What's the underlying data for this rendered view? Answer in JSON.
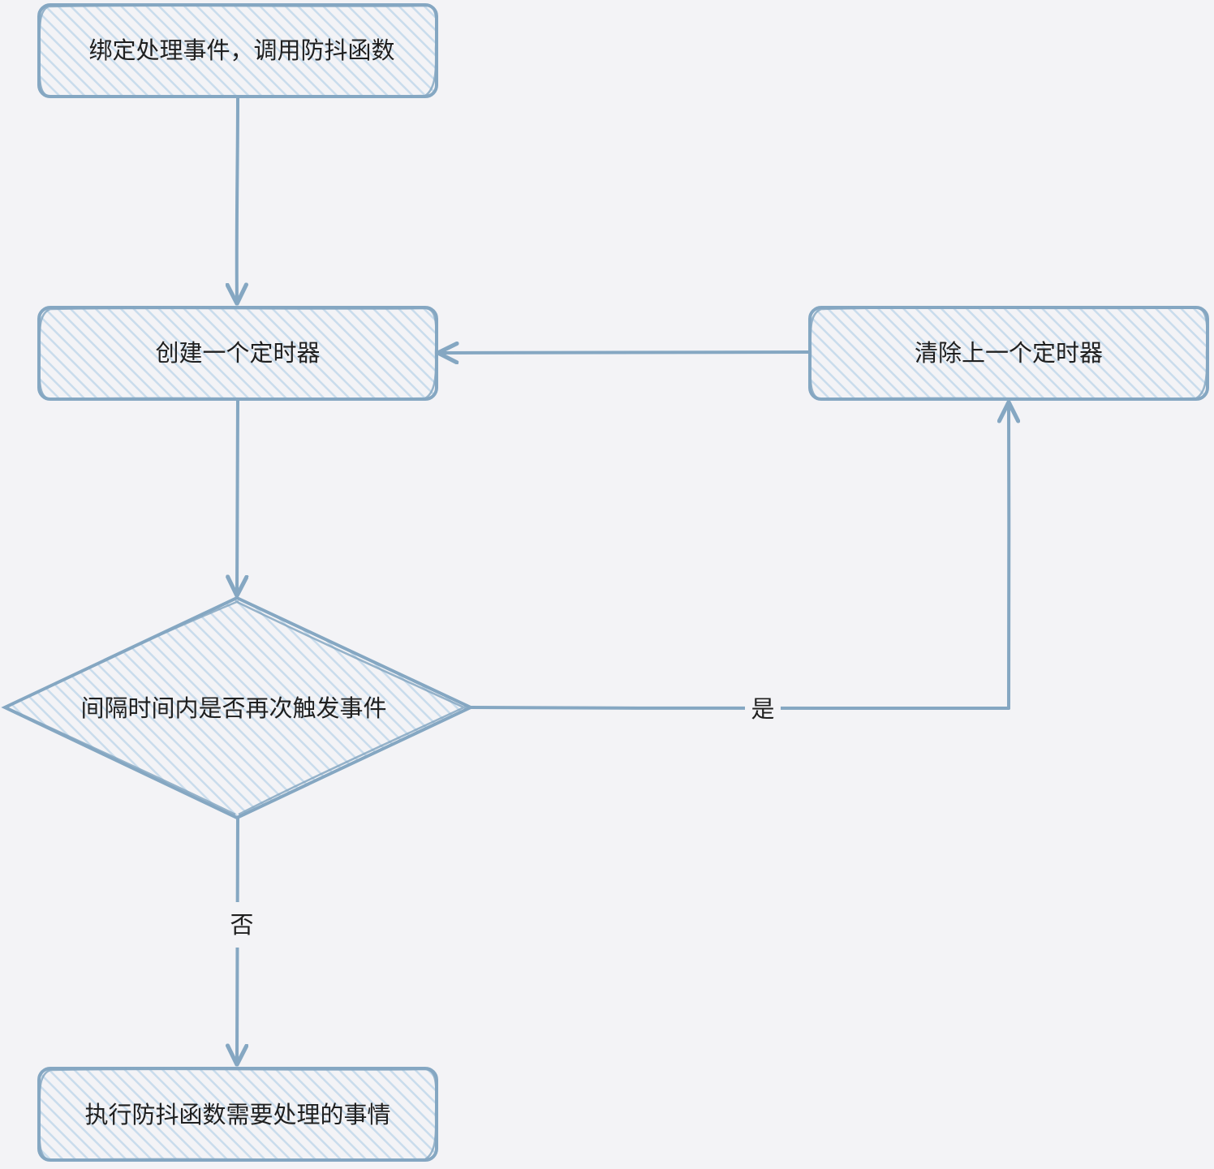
{
  "nodes": {
    "bind_event": {
      "label": "绑定处理事件，调用防抖函数"
    },
    "create_timer": {
      "label": "创建一个定时器"
    },
    "clear_timer": {
      "label": "清除上一个定时器"
    },
    "check_retrigger": {
      "label": "间隔时间内是否再次触发事件"
    },
    "execute": {
      "label": "执行防抖函数需要处理的事情"
    }
  },
  "edges": {
    "yes_label": "是",
    "no_label": "否"
  },
  "colors": {
    "stroke": "#85a7c2",
    "fill_hatch": "#c9dcec",
    "background": "#f3f3f6",
    "text": "#1f1f1f"
  }
}
